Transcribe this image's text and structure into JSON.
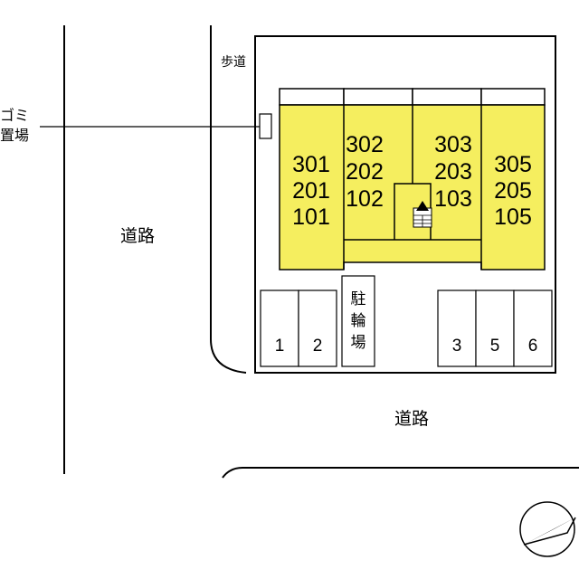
{
  "labels": {
    "garbage_line1": "ゴミ",
    "garbage_line2": "置場",
    "sidewalk": "歩道",
    "road_west": "道路",
    "road_south": "道路",
    "bike_parking": [
      "駐",
      "輪",
      "場"
    ]
  },
  "units": [
    [
      "301",
      "201",
      "101"
    ],
    [
      "302",
      "202",
      "102"
    ],
    [
      "303",
      "203",
      "103"
    ],
    [
      "305",
      "205",
      "105"
    ]
  ],
  "parking_spaces": [
    "1",
    "2",
    "3",
    "5",
    "6"
  ],
  "colors": {
    "unit_fill": "#f5ee5f",
    "line": "#000000",
    "background": "#ffffff"
  },
  "icons": {
    "stairs": "stairs-icon",
    "north_arrow": "north-arrow-icon"
  }
}
